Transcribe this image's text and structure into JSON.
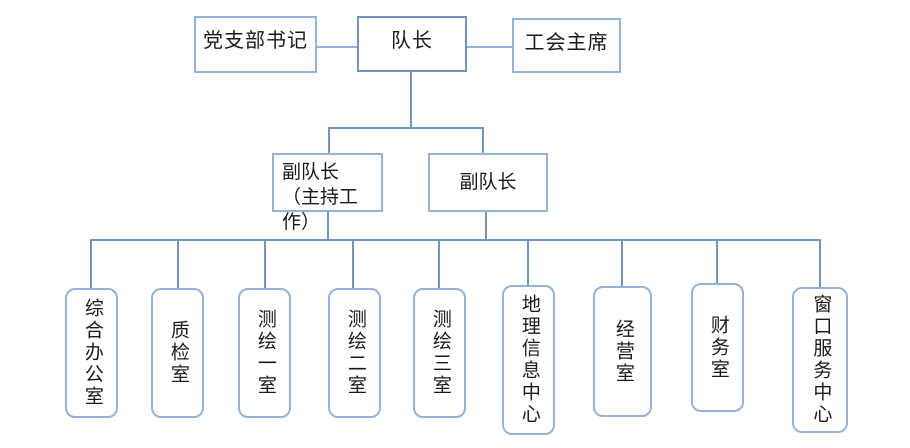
{
  "diagram": {
    "type": "org-chart",
    "colors": {
      "background": "#ffffff",
      "box_fill": "#ffffff",
      "box_border": "#95b3d7",
      "leader_box_border": "#7193bb",
      "connector": "#7096bb",
      "text": "#1a1a1a"
    },
    "top": {
      "party_secretary": "党支部书记",
      "leader": "队长",
      "union_chairman": "工会主席"
    },
    "middle": {
      "deputy_leader_presiding": "副队长（主持工作）",
      "deputy_leader": "副队长"
    },
    "departments": [
      {
        "label": "综合办公室"
      },
      {
        "label": "质检室"
      },
      {
        "label": "测绘一室"
      },
      {
        "label": "测绘二室"
      },
      {
        "label": "测绘三室"
      },
      {
        "label": "地理信息中心"
      },
      {
        "label": "经营室"
      },
      {
        "label": "财务室"
      },
      {
        "label": "窗口服务中心"
      }
    ]
  }
}
